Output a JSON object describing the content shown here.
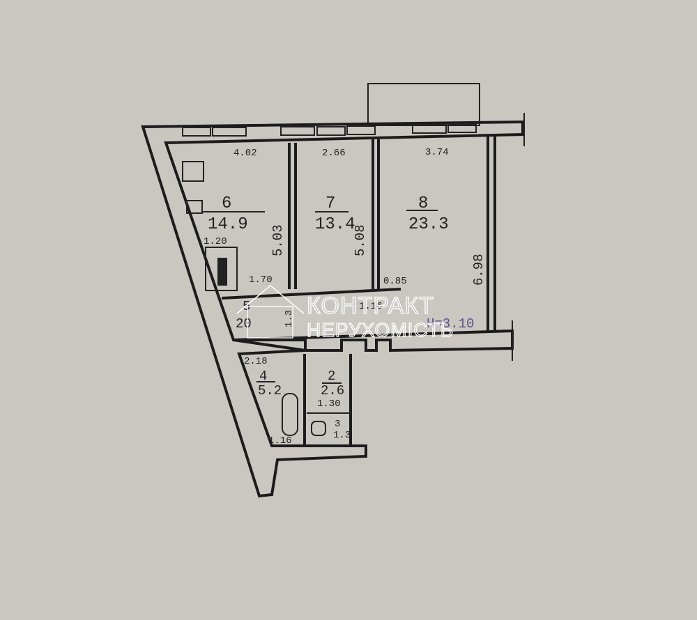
{
  "rooms": [
    {
      "number": "6",
      "area": "14.9"
    },
    {
      "number": "7",
      "area": "13.4"
    },
    {
      "number": "8",
      "area": "23.3"
    },
    {
      "number": "5",
      "area": "20"
    },
    {
      "number": "4",
      "area": "5.2"
    },
    {
      "number": "2",
      "area": "2.6"
    },
    {
      "number": "3",
      "area": "1.3"
    }
  ],
  "dimensions": {
    "room6_width": "4.02",
    "room7_width": "2.66",
    "room8_width": "3.74",
    "room6_length": "5.03",
    "room7_length": "5.08",
    "room8_length": "6.98",
    "closet_width": "1.20",
    "room6_bottom": "1.70",
    "room8_bottom": "0.85",
    "corridor_small": "1.3",
    "corridor_right": "1.16",
    "ceiling_height": "H=3.10",
    "room4_top": "2.18",
    "room2_width": "1.30",
    "room4_bottom": "1.16"
  },
  "watermark": {
    "line1": "КОНТРАКТ",
    "line2": "НЕРУХОМІСТЬ"
  },
  "colors": {
    "paper": "#c9c7c0",
    "ink": "#1c1c1c",
    "stamp": "#5a4f8c",
    "watermark": "#ffffff"
  }
}
